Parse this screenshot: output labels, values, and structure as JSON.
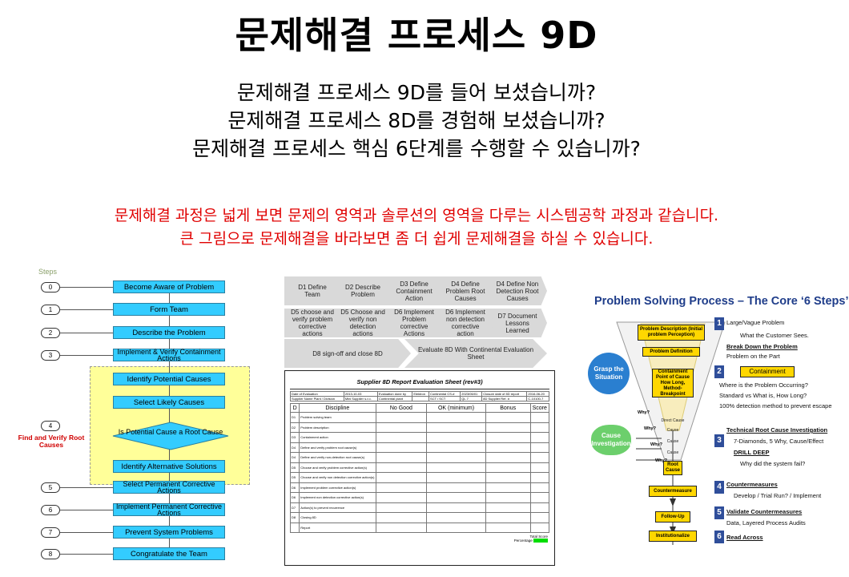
{
  "title": "문제해결 프로세스 9D",
  "questions": [
    "문제해결 프로세스 9D를 들어 보셨습니까?",
    "문제해결 프로세스 8D를 경험해 보셨습니까?",
    "문제해결 프로세스 핵심 6단계를 수행할 수 있습니까?"
  ],
  "description": [
    "문제해결 과정은 넓게 보면 문제의 영역과 솔루션의 영역을 다루는 시스템공학 과정과 같습니다.",
    "큰 그림으로 문제해결을 바라보면 좀 더 쉽게 문제해결을 하실 수 있습니다."
  ],
  "flowchart": {
    "steps_label": "Steps",
    "step_numbers": [
      "0",
      "1",
      "2",
      "3",
      "4",
      "5",
      "6",
      "7",
      "8"
    ],
    "boxes": [
      "Become Aware  of Problem",
      "Form Team",
      "Describe the Problem",
      "Implement & Verify Containment Actions",
      "Identify Potential Causes",
      "Select Likely Causes",
      "Is Potential Cause a Root Cause",
      "Identify Alternative Solutions",
      "Select Permanent Corrective Actions",
      "Implement Permanent Corrective Actions",
      "Prevent System Problems",
      "Congratulate the Team"
    ],
    "side_label": "Find and Verify Root Causes"
  },
  "eight_d": {
    "row1": [
      "D1 Define Team",
      "D2 Describe Problem",
      "D3 Define Containment Action",
      "D4 Define Problem Root Causes",
      "D4 Define Non Detection Root Causes"
    ],
    "row2": [
      "D5 choose and verify problem corrective actions",
      "D5 Choose and verify non detection actions",
      "D6 Implement Problem corrective Actions",
      "D6 Implement non detection corrective action",
      "D7 Document Lessons Learned"
    ],
    "row3": [
      "D8 sign-off and close 8D",
      "Evaluate 8D With Continental Evaluation Sheet"
    ]
  },
  "report": {
    "title": "Supplier 8D Report Evaluation Sheet (rev#3)",
    "info_row1": [
      "Date of Evaluation",
      "2013-10-03",
      "Evaluation done by",
      "Elektron",
      "Continental CS-#",
      "2023/06/01",
      "Closure date of 8D report",
      "2016-06-20"
    ],
    "info_row2": [
      "Supplier Name Plant / Division",
      "Mini Supplier s.r.o.",
      "Continental plant",
      "",
      "SCT / SCT",
      "QL 7",
      "8D Supplier Ref. #",
      "C-10100-7"
    ],
    "headers": [
      "D",
      "Discipline",
      "No Good",
      "OK (minimum)",
      "Bonus",
      "Score"
    ],
    "rows": [
      [
        "D1",
        "Problem solving team"
      ],
      [
        "D2",
        "Problem description"
      ],
      [
        "D3",
        "Containment action"
      ],
      [
        "D4",
        "Define and verify problem root cause(s)"
      ],
      [
        "D4",
        "Define and verify non-detection root cause(s)"
      ],
      [
        "D5",
        "Choose and verify problem corrective action(s)"
      ],
      [
        "D5",
        "Choose and verify non detection corrective action(s)"
      ],
      [
        "D6",
        "Implement problem corrective action(s)"
      ],
      [
        "D6",
        "Implement non detection corrective action(s)"
      ],
      [
        "D7",
        "Action(s) to prevent recurrence"
      ],
      [
        "D8",
        "Closing 8D"
      ],
      [
        "",
        "Report"
      ]
    ],
    "total_label": "Total Score",
    "percent_label": "Percentage"
  },
  "problem_solving": {
    "title": "Problem Solving Process – The Core ‘6 Steps’",
    "funnel": {
      "problem_description": "Problem Description (Initial problem Perception)",
      "problem_definition": "Problem Definition",
      "containment_point": "Containment Point of Cause How Long, Method-Breakpoint",
      "direct_cause": "Direct Cause",
      "cause": "Cause",
      "root_cause": "Root Cause",
      "countermeasure": "Countermeasure",
      "follow_up": "Follow-Up",
      "institutionalize": "Institutionalize"
    },
    "grasp": "Grasp the Situation",
    "cause_investigation": "Cause Investigation",
    "why": "Why?",
    "steps": [
      {
        "num": "1",
        "lines": [
          "Large/Vague Problem",
          "What the Customer Sees.",
          "Break Down the Problem",
          "Problem on the Part"
        ]
      },
      {
        "num": "2",
        "box": "Containment",
        "lines": [
          "Where is the Problem Occurring?",
          "Standard vs What is, How Long?",
          "100% detection method to prevent escape"
        ]
      },
      {
        "num": "3",
        "lines": [
          "Technical Root Cause Investigation",
          "7-Diamonds, 5 Why, Cause/Effect",
          "DRILL DEEP",
          "Why did the system fail?"
        ]
      },
      {
        "num": "4",
        "lines": [
          "Countermeasures",
          "Develop / Trial Run? / Implement"
        ]
      },
      {
        "num": "5",
        "lines": [
          "Validate Countermeasures",
          "Data, Layered Process Audits"
        ]
      },
      {
        "num": "6",
        "lines": [
          "Read Across"
        ]
      }
    ]
  }
}
